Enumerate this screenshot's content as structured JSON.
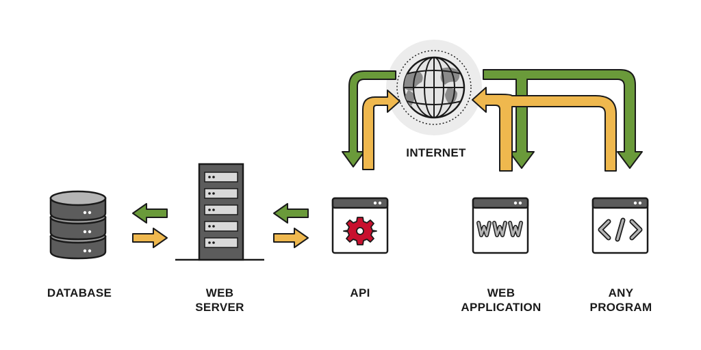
{
  "labels": {
    "database": "DATABASE",
    "web_server_line1": "WEB",
    "web_server_line2": "SERVER",
    "api": "API",
    "web_app_line1": "WEB",
    "web_app_line2": "APPLICATION",
    "any_program_line1": "ANY",
    "any_program_line2": "PROGRAM",
    "internet": "INTERNET"
  },
  "icons": {
    "database": "database-icon",
    "server": "server-rack-icon",
    "api": "gear-window-icon",
    "web_application": "www-window-icon",
    "any_program": "code-window-icon",
    "internet": "globe-icon"
  },
  "colors": {
    "green_arrow": "#6a9a3a",
    "orange_arrow": "#efb84e",
    "outline": "#1a1a1a",
    "gear": "#c8102e",
    "device_gray": "#5c5c5c"
  }
}
